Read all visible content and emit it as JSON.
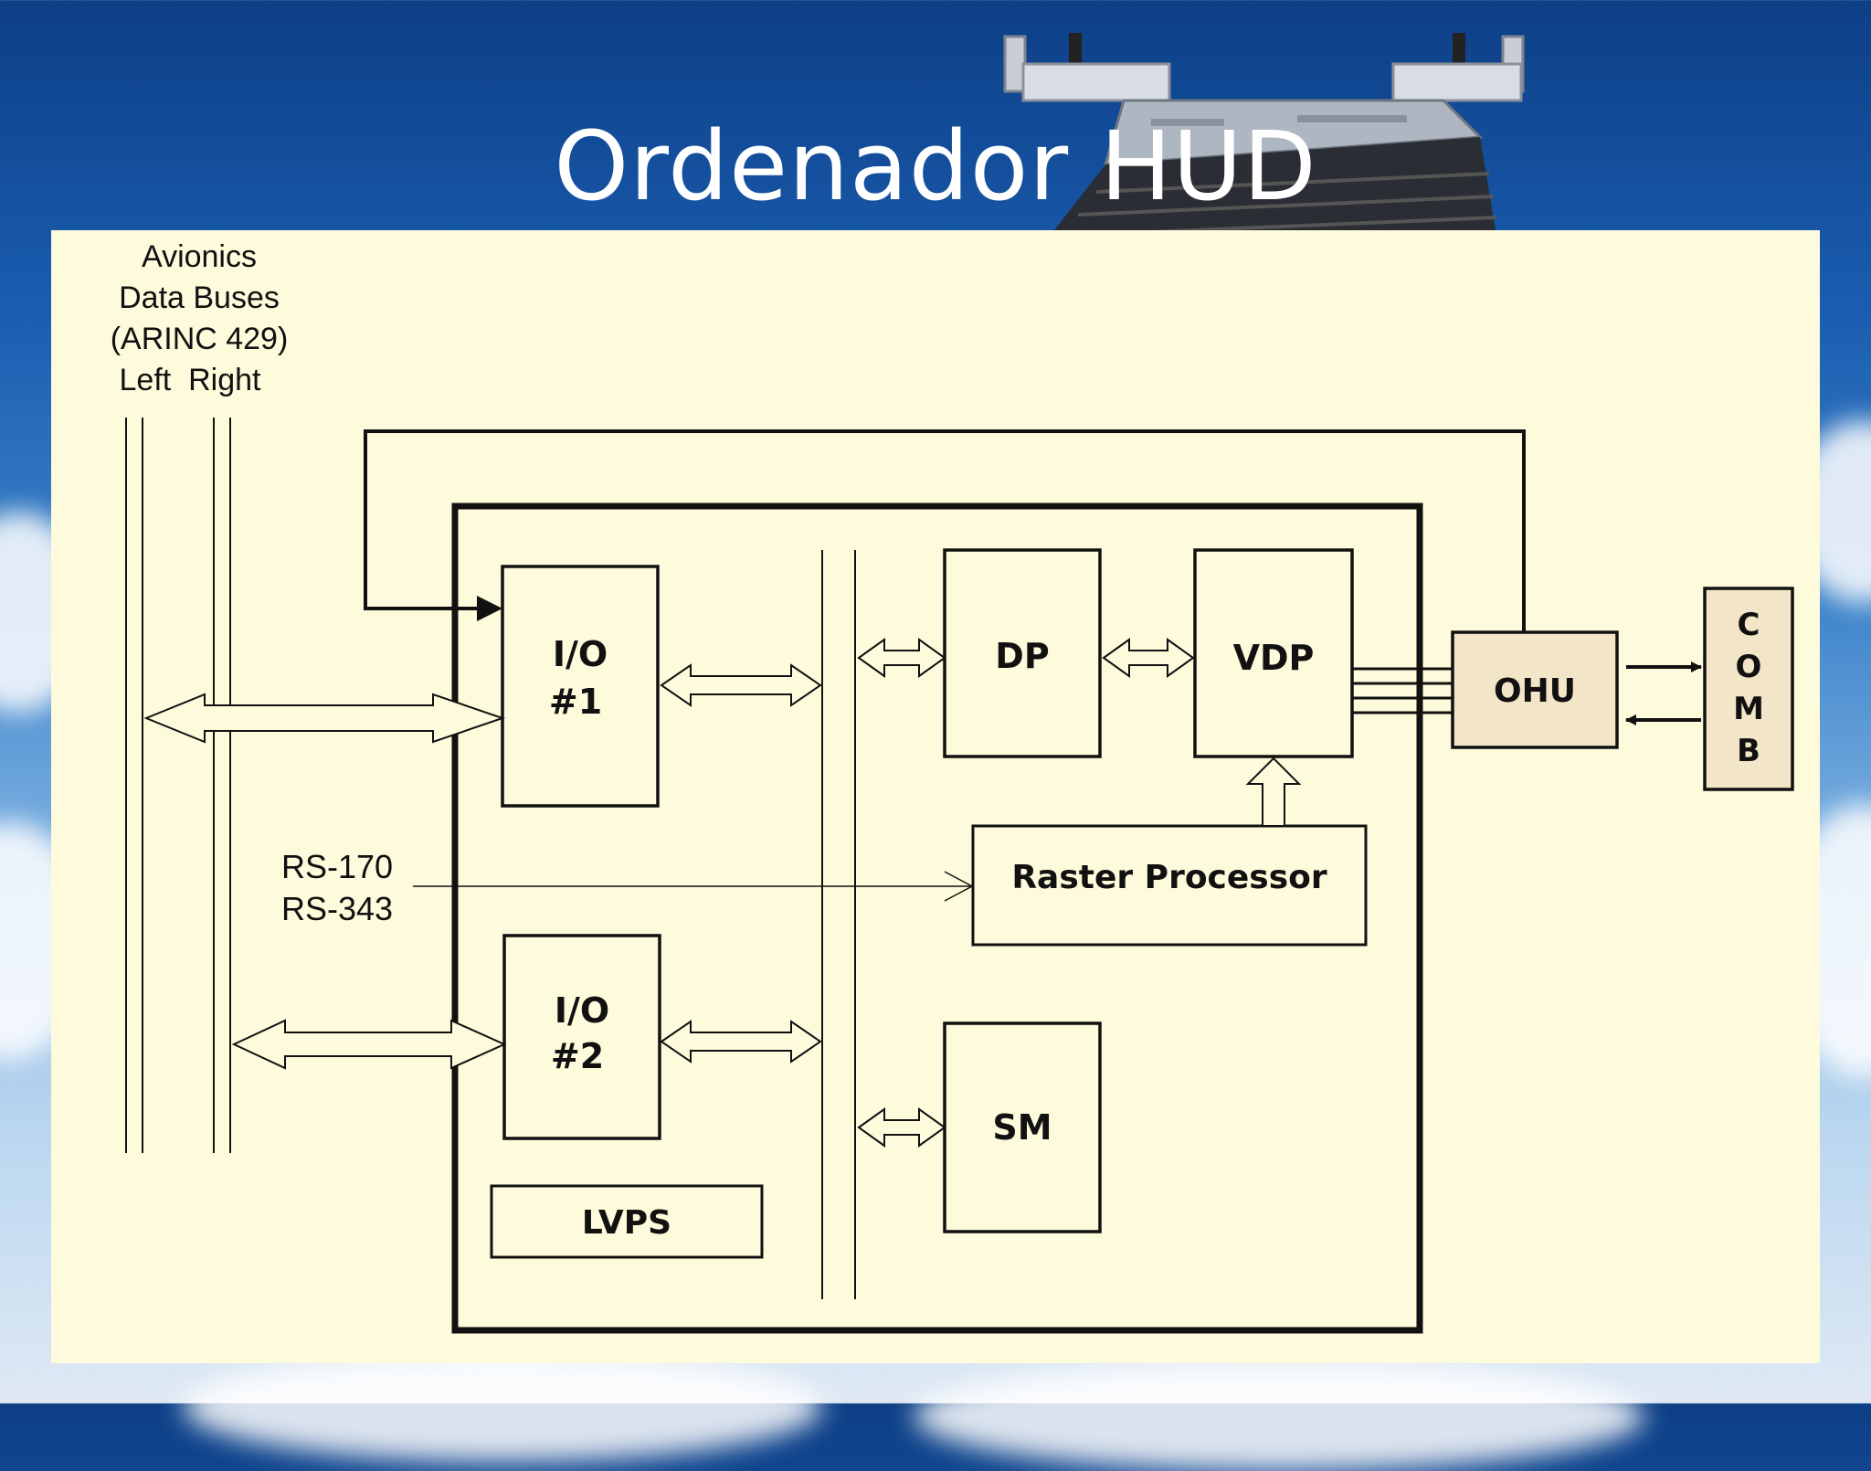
{
  "slide": {
    "title": "Ordenador HUD"
  },
  "diagram": {
    "bus_label": {
      "line1": "Avionics",
      "line2": "Data Buses",
      "line3": "(ARINC 429)",
      "line4": "Left  Right"
    },
    "video_input": {
      "line1": "RS-170",
      "line2": "RS-343"
    },
    "blocks": {
      "io1": {
        "line1": "I/O",
        "line2": "#1"
      },
      "io2": {
        "line1": "I/O",
        "line2": "#2"
      },
      "dp": "DP",
      "vdp": "VDP",
      "raster": "Raster Processor",
      "sm": "SM",
      "lvps": "LVPS",
      "ohu": "OHU",
      "comb": {
        "c1": "C",
        "c2": "O",
        "c3": "M",
        "c4": "B"
      }
    },
    "colors": {
      "panel": "#fdfbdb",
      "line": "#111111",
      "ohu_fill": "#f3e6c8"
    }
  }
}
